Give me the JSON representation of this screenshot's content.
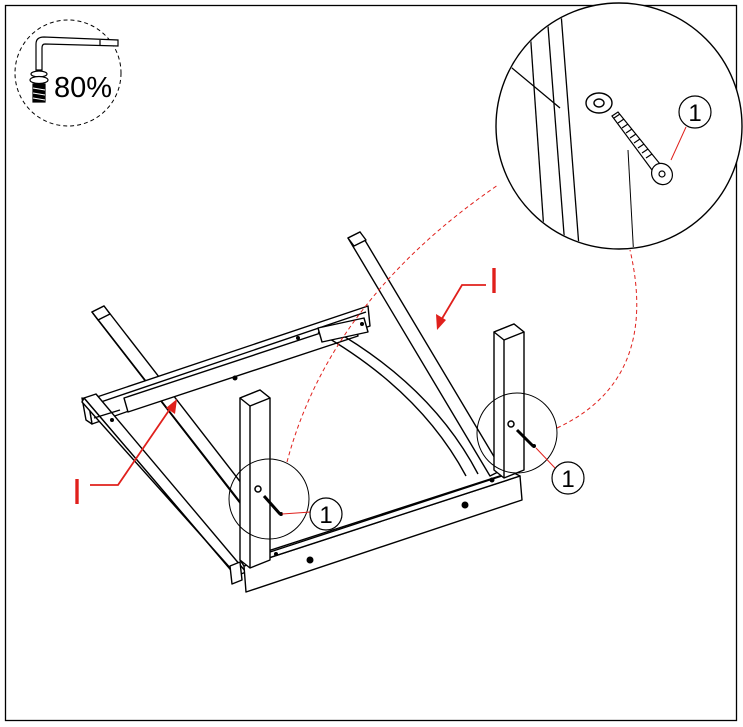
{
  "tool_badge": {
    "icon": "allen-key-icon",
    "percent_text": "80%"
  },
  "callouts": {
    "screw_number": "1",
    "part_label": "I"
  },
  "colors": {
    "line": "#000000",
    "accent": "#e0201c",
    "paper": "#ffffff"
  }
}
